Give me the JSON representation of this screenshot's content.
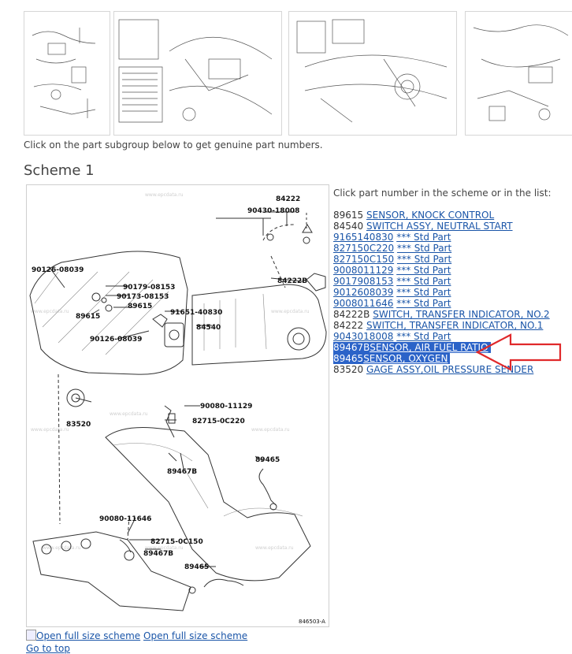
{
  "hint": "Click on the part subgroup below to get genuine part numbers.",
  "scheme_title": "Scheme 1",
  "list_intro": "Click part number in the scheme or in the list:",
  "parts": [
    {
      "number": "89615",
      "name": "SENSOR, KNOCK CONTROL",
      "num_link": false,
      "selected": false
    },
    {
      "number": "84540",
      "name": "SWITCH ASSY, NEUTRAL START",
      "num_link": false,
      "selected": false
    },
    {
      "number": "9165140830",
      "name": "*** Std Part",
      "num_link": true,
      "selected": false
    },
    {
      "number": "827150C220",
      "name": "*** Std Part",
      "num_link": true,
      "selected": false
    },
    {
      "number": "827150C150",
      "name": "*** Std Part",
      "num_link": true,
      "selected": false
    },
    {
      "number": "9008011129",
      "name": "*** Std Part",
      "num_link": true,
      "selected": false
    },
    {
      "number": "9017908153",
      "name": "*** Std Part",
      "num_link": true,
      "selected": false
    },
    {
      "number": "9012608039",
      "name": "*** Std Part",
      "num_link": true,
      "selected": false
    },
    {
      "number": "9008011646",
      "name": "*** Std Part",
      "num_link": true,
      "selected": false
    },
    {
      "number": "84222B",
      "name": "SWITCH, TRANSFER INDICATOR, NO.2",
      "num_link": false,
      "selected": false
    },
    {
      "number": "84222",
      "name": "SWITCH, TRANSFER INDICATOR, NO.1",
      "num_link": false,
      "selected": false
    },
    {
      "number": "9043018008",
      "name": "*** Std Part",
      "num_link": true,
      "selected": false
    },
    {
      "number": "89467B",
      "name": "SENSOR, AIR FUEL RATIO",
      "num_link": false,
      "selected": true
    },
    {
      "number": "89465",
      "name": "SENSOR, OXYGEN",
      "num_link": false,
      "selected": true
    },
    {
      "number": "83520",
      "name": "GAGE ASSY,OIL PRESSURE SENDER",
      "num_link": false,
      "selected": false
    }
  ],
  "scheme_labels": [
    {
      "key": "l84222",
      "text": "84222"
    },
    {
      "key": "l9043018008",
      "text": "90430-18008"
    },
    {
      "key": "l9012608039a",
      "text": "90126-08039"
    },
    {
      "key": "l84222b",
      "text": "84222B"
    },
    {
      "key": "l9017908153",
      "text": "90179-08153"
    },
    {
      "key": "l9017308153",
      "text": "90173-08153"
    },
    {
      "key": "l89615a",
      "text": "89615"
    },
    {
      "key": "l89615b",
      "text": "89615"
    },
    {
      "key": "l9165140830",
      "text": "91651-40830"
    },
    {
      "key": "l84540",
      "text": "84540"
    },
    {
      "key": "l9012608039b",
      "text": "90126-08039"
    },
    {
      "key": "l83520",
      "text": "83520"
    },
    {
      "key": "l9008011129",
      "text": "90080-11129"
    },
    {
      "key": "l827150c220",
      "text": "82715-0C220"
    },
    {
      "key": "l89465a",
      "text": "89465"
    },
    {
      "key": "l89467ba",
      "text": "89467B"
    },
    {
      "key": "l9008011646",
      "text": "90080-11646"
    },
    {
      "key": "l827150c150",
      "text": "82715-0C150"
    },
    {
      "key": "l89467bb",
      "text": "89467B"
    },
    {
      "key": "l89465b",
      "text": "89465"
    },
    {
      "key": "lcode",
      "text": "846503-A"
    }
  ],
  "watermark": "www.epcdata.ru",
  "footer": {
    "img_alt": "Open full size scheme",
    "link": "Open full size scheme",
    "gotop": "Go to top"
  }
}
